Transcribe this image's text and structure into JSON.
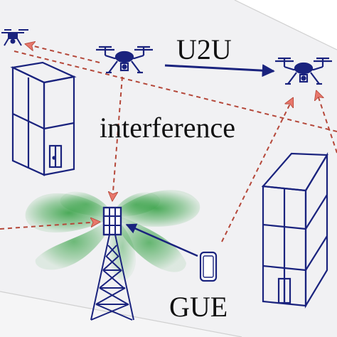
{
  "labels": {
    "u2u": "U2U",
    "interference": "interference",
    "gue": "GUE"
  },
  "colors": {
    "background": "#f4f4f4",
    "structure": "#1a237e",
    "interference_link": "#b5483a",
    "arrow_fill": "#e8776b",
    "radiation_pattern": "#2e9e3e",
    "text": "#111111"
  },
  "icons": [
    "uav-icon",
    "building-icon",
    "base-station-icon",
    "radiation-pattern",
    "phone-icon"
  ]
}
